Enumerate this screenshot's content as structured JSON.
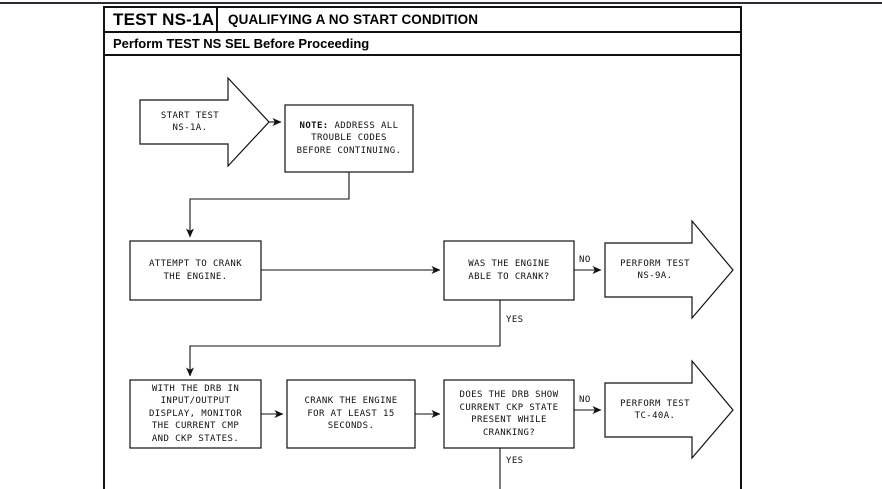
{
  "header": {
    "test_code": "TEST NS-1A",
    "title": "QUALIFYING A NO START CONDITION",
    "subtitle": "Perform TEST NS SEL Before Proceeding"
  },
  "colors": {
    "ink": "#111111",
    "rule": "#2b2b33",
    "paper": "#ffffff"
  },
  "diagram": {
    "type": "flowchart",
    "nodes": {
      "start": {
        "shape": "pentagon-arrow",
        "lines": [
          "START TEST",
          "NS-1A."
        ]
      },
      "note": {
        "shape": "rectangle",
        "label_bold": "NOTE:",
        "lines": [
          "NOTE: ADDRESS ALL",
          "TROUBLE CODES",
          "BEFORE CONTINUING."
        ],
        "line1_rest": " ADDRESS ALL",
        "line2": "TROUBLE CODES",
        "line3": "BEFORE CONTINUING."
      },
      "attempt_crank": {
        "shape": "rectangle",
        "lines": [
          "ATTEMPT TO CRANK",
          "THE ENGINE."
        ]
      },
      "able_to_crank": {
        "shape": "decision-rectangle",
        "lines": [
          "WAS THE ENGINE",
          "ABLE TO CRANK?"
        ]
      },
      "perform_ns9a": {
        "shape": "pentagon-arrow",
        "lines": [
          "PERFORM TEST",
          "NS-9A."
        ]
      },
      "drb_monitor": {
        "shape": "rectangle",
        "lines": [
          "WITH THE DRB IN",
          "INPUT/OUTPUT",
          "DISPLAY, MONITOR",
          "THE CURRENT CMP",
          "AND CKP STATES."
        ]
      },
      "crank_15s": {
        "shape": "rectangle",
        "lines": [
          "CRANK THE ENGINE",
          "FOR AT LEAST 15",
          "SECONDS."
        ]
      },
      "ckp_present": {
        "shape": "decision-rectangle",
        "lines": [
          "DOES THE DRB SHOW",
          "CURRENT CKP STATE",
          "PRESENT WHILE",
          "CRANKING?"
        ]
      },
      "perform_tc40a": {
        "shape": "pentagon-arrow",
        "lines": [
          "PERFORM TEST",
          "TC-40A."
        ]
      }
    },
    "edge_labels": {
      "crank_no": "NO",
      "crank_yes": "YES",
      "ckp_no": "NO",
      "ckp_yes": "YES"
    }
  }
}
